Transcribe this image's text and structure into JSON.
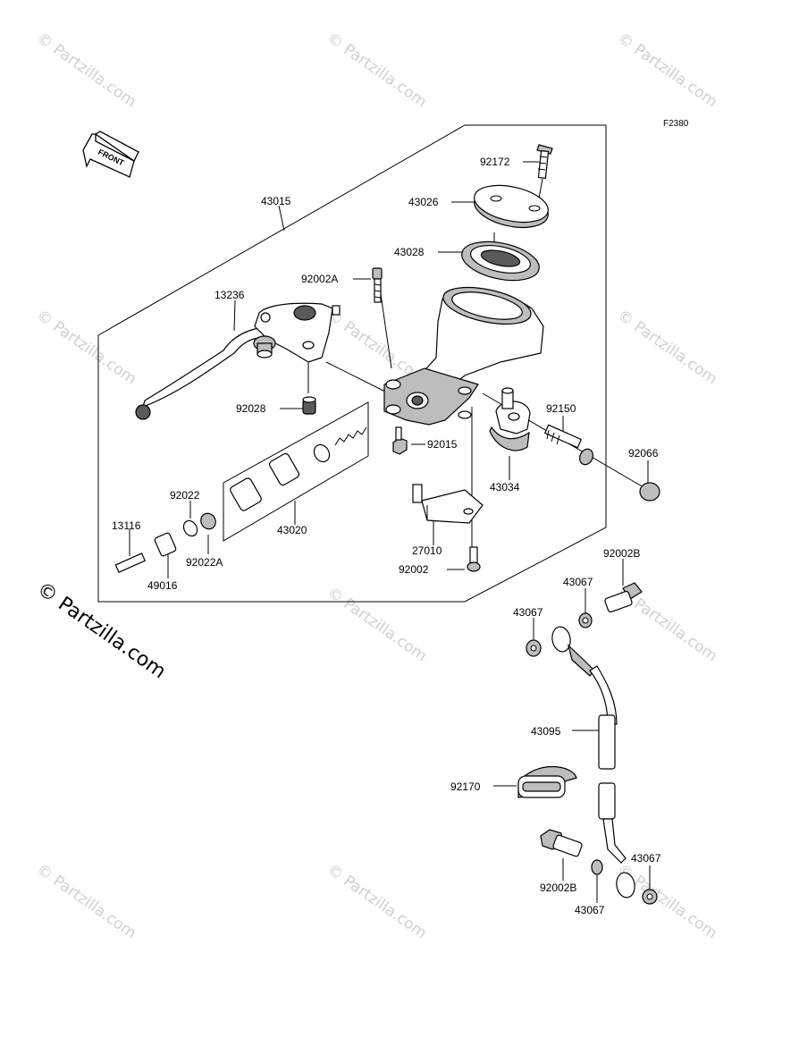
{
  "figure_code": "F2380",
  "front_label": "FRONT",
  "copyright": "© Partzilla.com",
  "watermark": "© Partzilla.com",
  "parts": {
    "p43015": "43015",
    "p92172": "92172",
    "p43026": "43026",
    "p43028": "43028",
    "p92002A": "92002A",
    "p13236": "13236",
    "p92028": "92028",
    "p92015": "92015",
    "p92150": "92150",
    "p92066": "92066",
    "p43034": "43034",
    "p92022": "92022",
    "p13116": "13116",
    "p92022A": "92022A",
    "p49016": "49016",
    "p43020": "43020",
    "p27010": "27010",
    "p92002": "92002",
    "p92002B_top": "92002B",
    "p43067_a": "43067",
    "p43067_b": "43067",
    "p43095": "43095",
    "p92170": "92170",
    "p92002B_bottom": "92002B",
    "p43067_c": "43067",
    "p43067_d": "43067"
  }
}
